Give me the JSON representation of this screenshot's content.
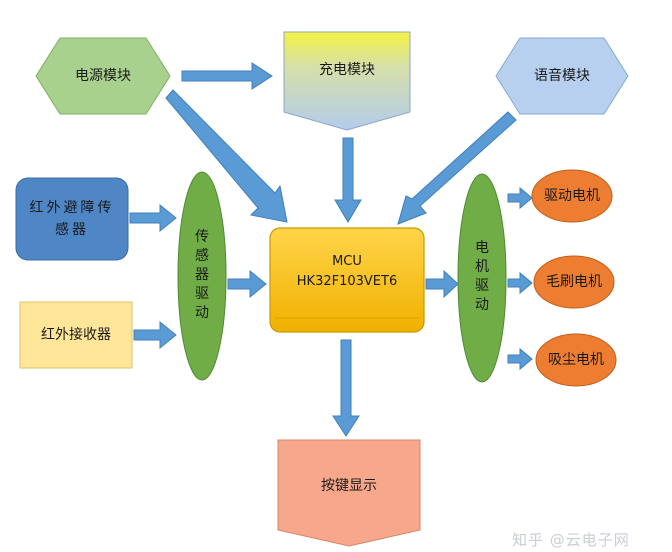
{
  "colors": {
    "arrow": "#5b9bd5",
    "arrow_stroke": "#3f7fba",
    "power_fill": "#a9d18e",
    "charge_top": "#f5f244",
    "charge_bottom": "#b3ccec",
    "voice_fill": "#b8d0ef",
    "ir_sensor_fill": "#4f86c6",
    "ir_receiver_fill": "#ffe699",
    "driver_fill": "#70ad47",
    "mcu_fill": "#ffc000",
    "motor_fill": "#ed7d31",
    "display_fill": "#f8a88a"
  },
  "nodes": {
    "power": "电源模块",
    "charge": "充电模块",
    "voice": "语音模块",
    "ir_sensor": "红外避障传感器",
    "ir_receiver": "红外接收器",
    "sensor_driver": [
      "传",
      "感",
      "器",
      "驱",
      "动"
    ],
    "mcu_line1": "MCU",
    "mcu_line2": "HK32F103VET6",
    "motor_driver": [
      "电",
      "机",
      "驱",
      "动"
    ],
    "drive_motor": "驱动电机",
    "brush_motor": "毛刷电机",
    "vacuum_motor": "吸尘电机",
    "display": "按键显示"
  },
  "watermark": "知乎 @云电子网"
}
